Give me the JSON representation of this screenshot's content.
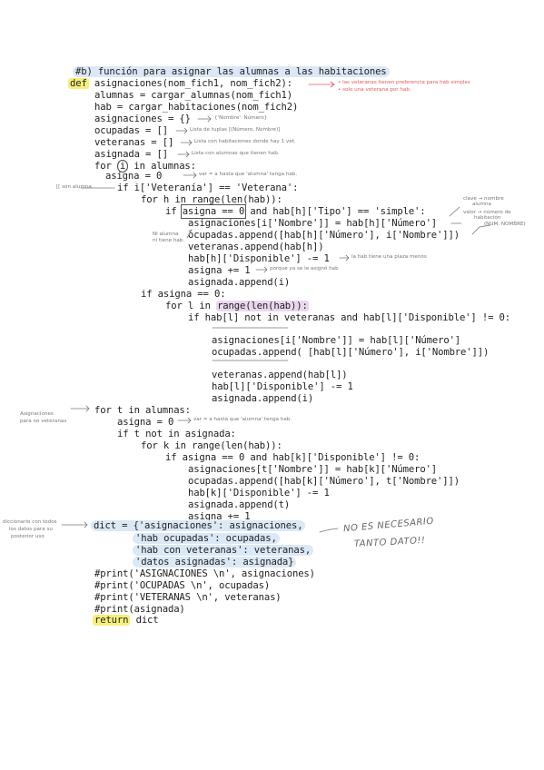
{
  "code_lines": [
    "#b) función para asignar las alumnas a las habitaciones",
    "def",
    " asignaciones(nom_fich1, nom_fich2):",
    "alumnas = cargar_alumnas(nom_fich1)",
    "hab = cargar_habitaciones(nom_fich2)",
    "asignaciones = {}",
    "ocupadas = []",
    "veteranas = []",
    "asignada = []",
    "for ",
    "i",
    " in alumnas:",
    "asigna = 0",
    "if i['Veteranía'] == 'Veterana':",
    "for h in range(len(hab)):",
    "if ",
    "asigna == 0",
    " and hab[h]['Tipo'] == 'simple':",
    "asignaciones[i['Nombre']] = hab[h]['Número']",
    "ocupadas.append([hab[h]['Número'], i['Nombre']])",
    "veteranas.append(hab[h])",
    "hab[h]['Disponible'] -= 1",
    "asigna += 1",
    "asignada.append(i)",
    "if asigna == 0:",
    "for l in ",
    "range(len(hab)):",
    "if hab[l] not in veteranas and hab[l]['Disponible'] != 0:",
    "asignaciones[i['Nombre']] = hab[l]['Número']",
    "ocupadas.append( [hab[l]['Número'], i['Nombre']])",
    "veteranas.append(hab[l])",
    "hab[l]['Disponible'] -= 1",
    "asignada.append(i)",
    "for t in alumnas:",
    "asigna = 0",
    "if t not in asignada:",
    "for k in range(len(hab)):",
    "if asigna == 0 and hab[k]['Disponible'] != 0:",
    "asignaciones[t['Nombre']] = hab[k]['Número']",
    "ocupadas.append([hab[k]['Número'], t['Nombre']])",
    "hab[k]['Disponible'] -= 1",
    "asignada.append(t)",
    "asigna += 1",
    "dict = {'asignaciones': asignaciones,",
    "'hab ocupadas': ocupadas,",
    "'hab con veteranas': veteranas,",
    "'datos asignadas': asignada}",
    "#print('ASIGNACIONES \\n', asignaciones)",
    "#print('OCUPADAS \\n', ocupadas)",
    "#print('VETERANAS \\n', veteranas)",
    "#print(asignada)",
    "return",
    " dict"
  ],
  "notes": [
    "• las veteranas tienen preferencia para hab simples",
    "• solo una veterana por hab.",
    "{'Nombre': Número}",
    "Lista de tuplas [(Número, Nombre)]",
    "Lista con habitaciones donde hay 1 vet.",
    "Lista con alumnas que tienen hab.",
    "var = a hasta que 'alumna' tenga hab.",
    "[[ son alumna",
    "clave → nombre",
    "alumna",
    "valor → número de",
    "habitación",
    "(NUM, NOMBRE)",
    "Ni alumna",
    "ni tiene hab.",
    "la hab tiene una plaza menos",
    "porque ya se le asignó hab",
    "Asignaciones",
    "para no veteranas",
    "var = a hasta que 'alumna' tenga hab.",
    "diccionario con todos",
    "los datos para su",
    "posterior uso",
    "NO ES NECESARIO",
    "TANTO DATO!!"
  ],
  "colors": {
    "highlight_blue": "#dbe8f6",
    "highlight_yellow": "#f7ef7a",
    "highlight_purple": "#ead7ef",
    "note_red": "#e05b5b",
    "note_gray": "#777777"
  }
}
